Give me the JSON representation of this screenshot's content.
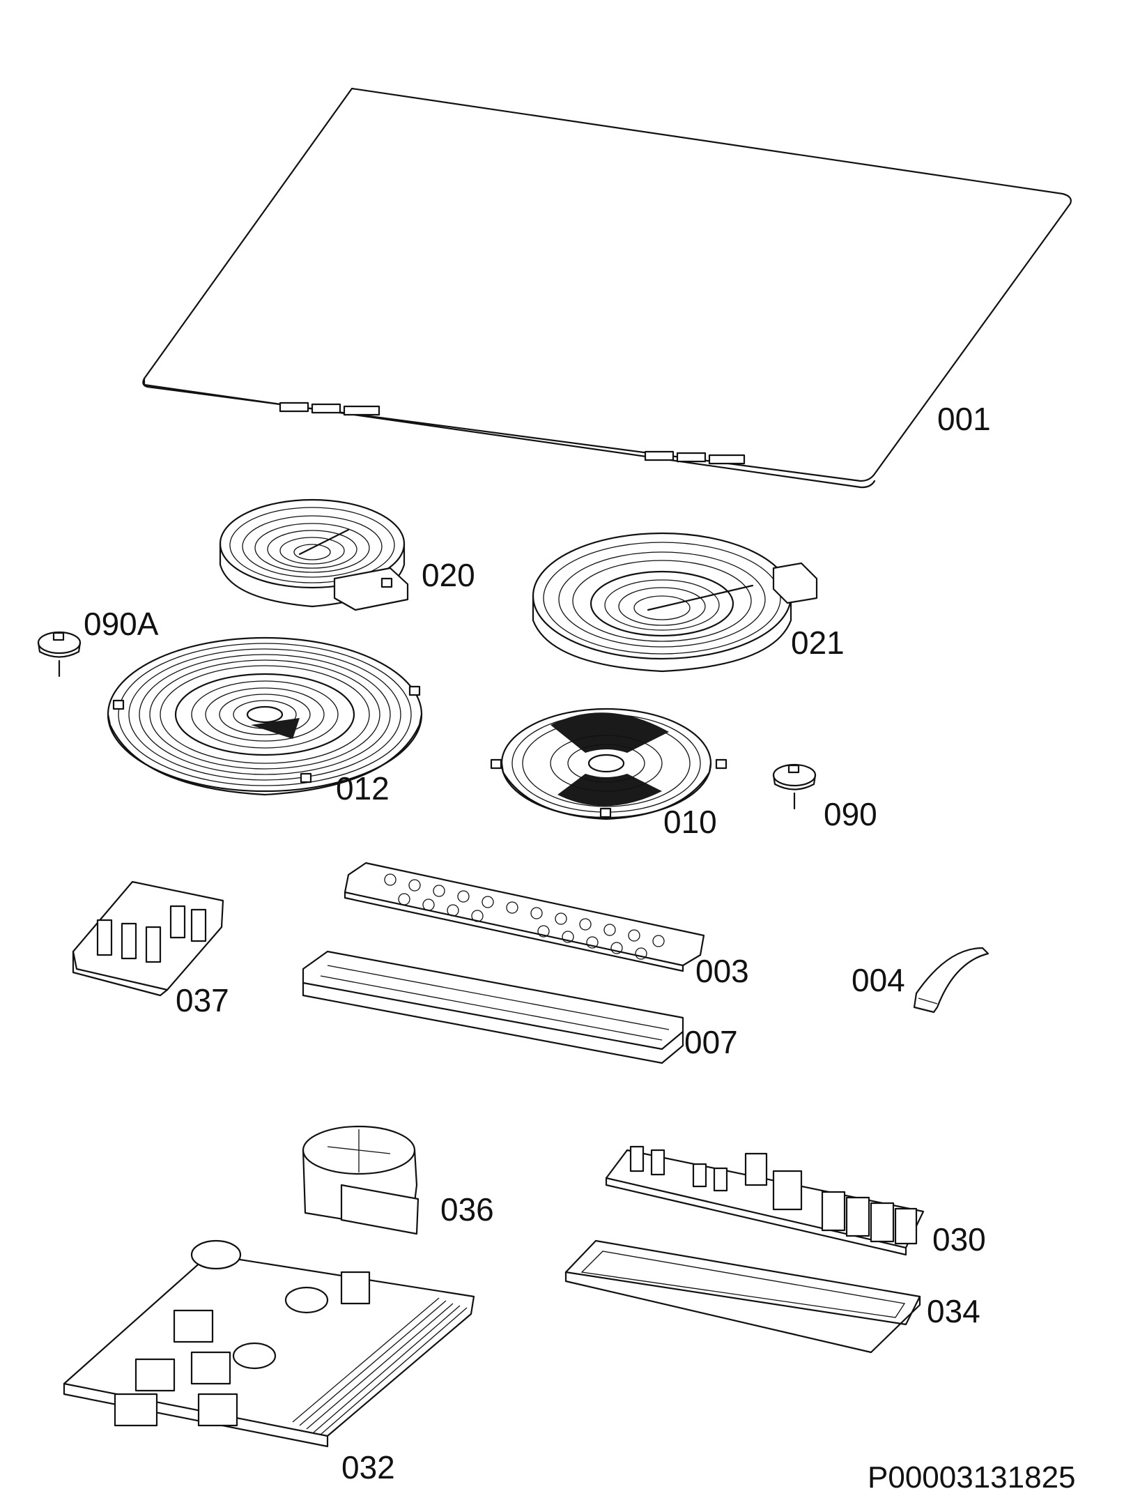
{
  "diagram": {
    "document_id": "P00003131825",
    "parts": [
      {
        "id": "glass-top",
        "label": "001"
      },
      {
        "id": "hob-element-small",
        "label": "020"
      },
      {
        "id": "hob-element-dual",
        "label": "021"
      },
      {
        "id": "temperature-sensor-a",
        "label": "090A"
      },
      {
        "id": "induction-coil-large",
        "label": "012"
      },
      {
        "id": "induction-coil-medium",
        "label": "010"
      },
      {
        "id": "temperature-sensor",
        "label": "090"
      },
      {
        "id": "terminal-block",
        "label": "037"
      },
      {
        "id": "control-pcb",
        "label": "003"
      },
      {
        "id": "ribbon-cable",
        "label": "004"
      },
      {
        "id": "pcb-housing",
        "label": "007"
      },
      {
        "id": "cooling-fan",
        "label": "036"
      },
      {
        "id": "power-pcb",
        "label": "030"
      },
      {
        "id": "pcb-tray",
        "label": "034"
      },
      {
        "id": "power-board",
        "label": "032"
      }
    ]
  }
}
